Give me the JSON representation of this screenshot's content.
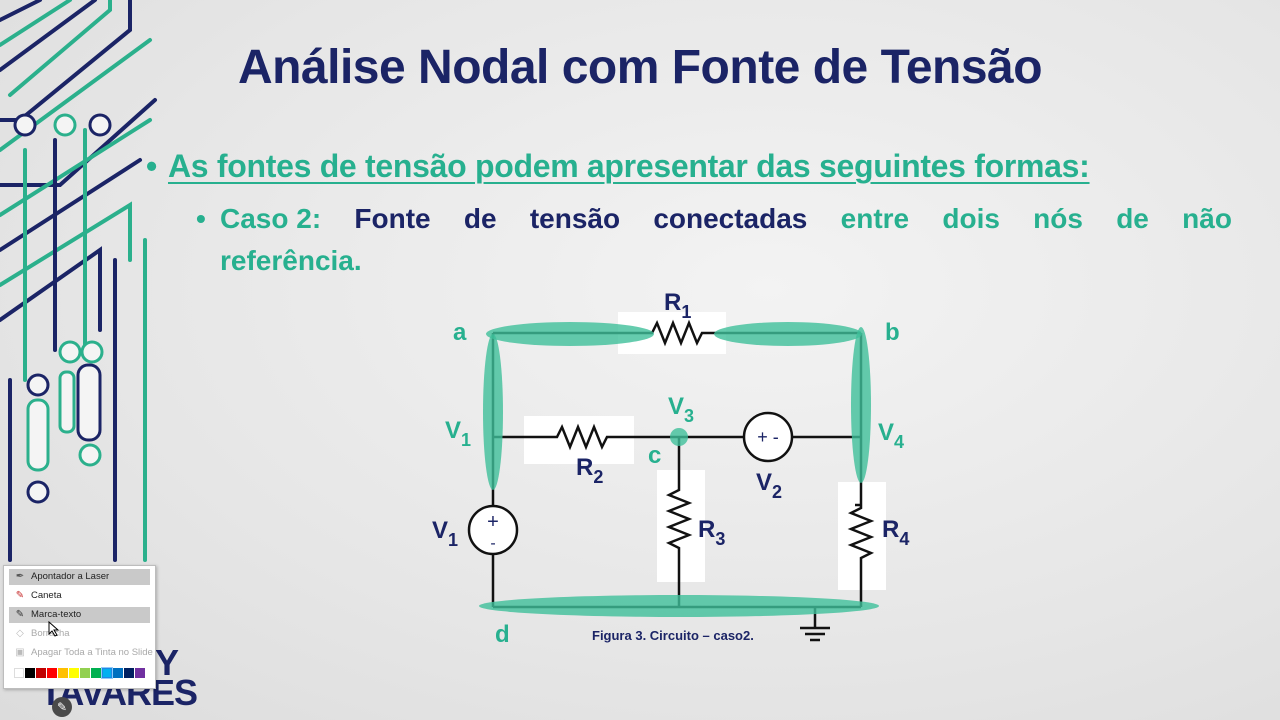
{
  "slide": {
    "title": "Análise Nodal com Fonte de Tensão",
    "bullet1": "As fontes de tensão podem apresentar das seguintes formas:",
    "bullet2": {
      "caso": "Caso 2:",
      "words_dark": [
        "Fonte",
        "de",
        "tensão",
        "conectadas"
      ],
      "words_teal": [
        "entre",
        "dois",
        "nós",
        "de",
        "não"
      ],
      "line2": "referência."
    },
    "bullet_glyph": "•",
    "colors": {
      "title": "#1b2466",
      "teal": "#27b08f",
      "highlight": "#3fbf9a"
    }
  },
  "circuit": {
    "node_labels": {
      "a": "a",
      "b": "b",
      "c": "c",
      "d": "d"
    },
    "labels": {
      "R1": [
        "R",
        "1"
      ],
      "R2": [
        "R",
        "2"
      ],
      "R3": [
        "R",
        "3"
      ],
      "R4": [
        "R",
        "4"
      ],
      "V1_left": [
        "V",
        "1"
      ],
      "V1_source": [
        "V",
        "1"
      ],
      "V2": [
        "V",
        "2"
      ],
      "V3": [
        "V",
        "3"
      ],
      "V4": [
        "V",
        "4"
      ]
    },
    "source_V1_signs": {
      "plus": "+",
      "minus": "-"
    },
    "source_V2_signs": "+ -",
    "caption": "Figura 3. Circuito – caso2."
  },
  "ink_menu": {
    "items": [
      {
        "label": "Apontador a Laser",
        "icon": "laser-pointer-icon",
        "state": "selected"
      },
      {
        "label": "Caneta",
        "icon": "pen-icon",
        "state": "normal"
      },
      {
        "label": "Marca-texto",
        "icon": "highlighter-icon",
        "state": "selected"
      },
      {
        "label": "Borracha",
        "icon": "eraser-icon",
        "state": "disabled"
      },
      {
        "label": "Apagar Toda a Tinta no Slide",
        "icon": "erase-all-icon",
        "state": "disabled"
      }
    ],
    "swatches": [
      "#ffffff",
      "#000000",
      "#c00000",
      "#ff0000",
      "#ffc000",
      "#ffff00",
      "#92d050",
      "#00b050",
      "#00b0f0",
      "#0070c0",
      "#002060",
      "#7030a0"
    ],
    "selected_swatch": 8
  },
  "logo": {
    "line1": "Y",
    "line2": "TAVARES"
  }
}
